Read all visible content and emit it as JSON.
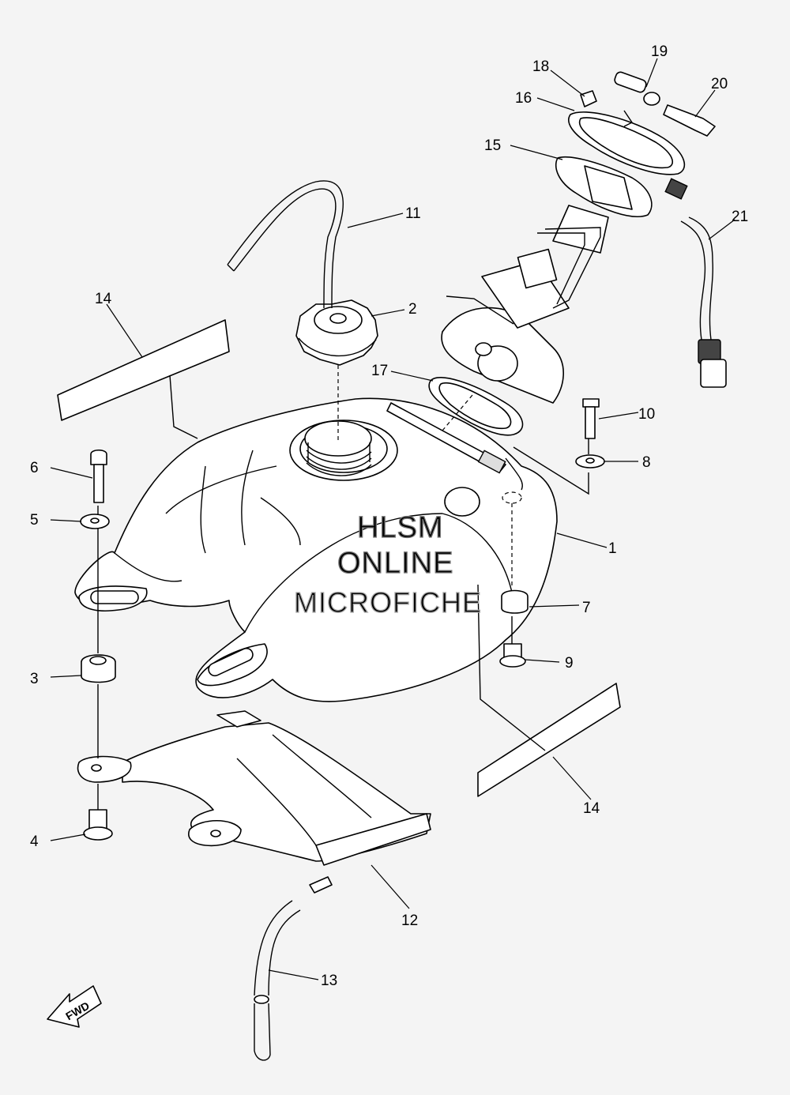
{
  "watermark": {
    "line1": "HLSM",
    "line2": "ONLINE",
    "line3": "MICROFICHE"
  },
  "fwd_label": "FWD",
  "callouts": {
    "c1": "1",
    "c2": "2",
    "c3": "3",
    "c4": "4",
    "c5": "5",
    "c6": "6",
    "c7": "7",
    "c8": "8",
    "c9": "9",
    "c10": "10",
    "c11": "11",
    "c12": "12",
    "c13": "13",
    "c14a": "14",
    "c14b": "14",
    "c15": "15",
    "c16": "16",
    "c17": "17",
    "c18": "18",
    "c19": "19",
    "c20": "20",
    "c21": "21"
  }
}
